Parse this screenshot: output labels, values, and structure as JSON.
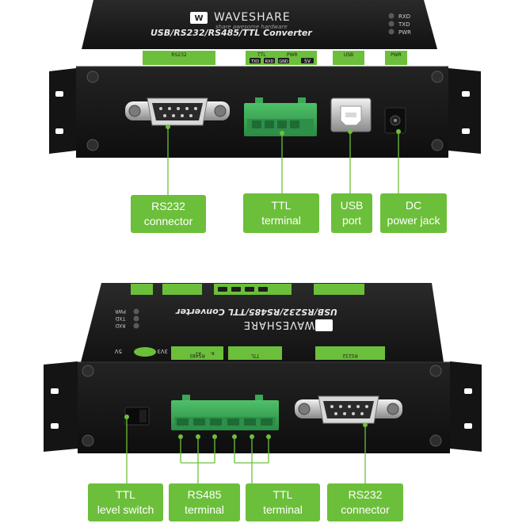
{
  "device": {
    "brand": "WAVESHARE",
    "tagline": "share awesome hardware",
    "model": "USB/RS232/RS485/TTL Converter",
    "leds": [
      "RXD",
      "TXD",
      "PWR"
    ],
    "strip_labels": {
      "rs232": "RS232",
      "ttl": "TTL",
      "pwr": "PWR",
      "usb": "USB",
      "txd": "TXD",
      "rxd": "RXD",
      "gnd": "GND",
      "v5": "5V",
      "v33": "3V3",
      "rs485": "RS485",
      "a": "A+",
      "b": "B-"
    }
  },
  "top_view": {
    "labels": {
      "rs232": [
        "RS232",
        "connector"
      ],
      "ttl": [
        "TTL",
        "terminal"
      ],
      "usb": [
        "USB",
        "port"
      ],
      "dc": [
        "DC",
        "power jack"
      ]
    }
  },
  "bottom_view": {
    "labels": {
      "level": [
        "TTL",
        "level switch"
      ],
      "rs485": [
        "RS485",
        "terminal"
      ],
      "ttl": [
        "TTL",
        "terminal"
      ],
      "rs232": [
        "RS232",
        "connector"
      ]
    }
  },
  "colors": {
    "callout": "#6cbf3a",
    "device_body": "#1c1c1c",
    "terminal_green": "#3aa856",
    "strip_green": "#6cbf3a"
  }
}
